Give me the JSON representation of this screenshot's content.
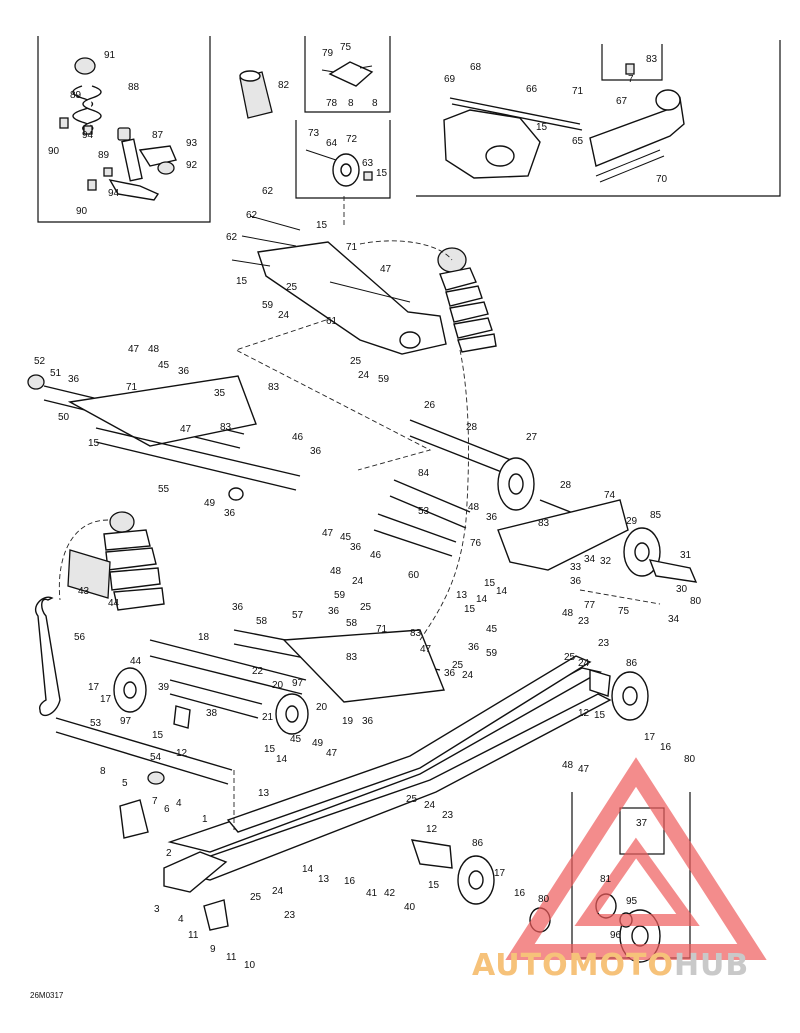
{
  "diagram_code": "26M0317",
  "watermark": {
    "part1": "AUTOMOTO",
    "part2": "HUB"
  },
  "callouts": {
    "c91": "91",
    "c88": "88",
    "c89a": "89",
    "c94a": "94",
    "c90a": "90",
    "c87": "87",
    "c93": "93",
    "c92": "92",
    "c89b": "89",
    "c94b": "94",
    "c90b": "90",
    "c82": "82",
    "c79": "79",
    "c75": "75",
    "c78": "78",
    "c8a": "8",
    "c8b": "8",
    "c73": "73",
    "c72": "72",
    "c64": "64",
    "c63": "63",
    "c15a": "15",
    "c68": "68",
    "c69": "69",
    "c66": "66",
    "c71a": "71",
    "c67": "67",
    "c83a": "83",
    "c7a": "7",
    "c15b": "15",
    "c65": "65",
    "c70": "70",
    "c62a": "62",
    "c62b": "62",
    "c62c": "62",
    "c15c": "15",
    "c71b": "71",
    "c47a": "47",
    "c15d": "15",
    "c25a": "25",
    "c59a": "59",
    "c24a": "24",
    "c61": "61",
    "c25b": "25",
    "c24b": "24",
    "c59b": "59",
    "c52": "52",
    "c51": "51",
    "c36a": "36",
    "c50": "50",
    "c47b": "47",
    "c48a": "48",
    "c45a": "45",
    "c36b": "36",
    "c71c": "71",
    "c35": "35",
    "c83b": "83",
    "c15e": "15",
    "c47c": "47",
    "c83c": "83",
    "c46a": "46",
    "c36c": "36",
    "c55": "55",
    "c49": "49",
    "c36d": "36",
    "c26": "26",
    "c28a": "28",
    "c27": "27",
    "c28b": "28",
    "c84": "84",
    "c53a": "53",
    "c48b": "48",
    "c36e": "36",
    "c83d": "83",
    "c76": "76",
    "c74": "74",
    "c29": "29",
    "c85": "85",
    "c34a": "34",
    "c32": "32",
    "c31": "31",
    "c33": "33",
    "c36f": "36",
    "c30": "30",
    "c77": "77",
    "c75b": "75",
    "c34b": "34",
    "c80a": "80",
    "c43": "43",
    "c44a": "44",
    "c47d": "47",
    "c45b": "45",
    "c36g": "36",
    "c46b": "46",
    "c48c": "48",
    "c24c": "24",
    "c59c": "59",
    "c25c": "25",
    "c60": "60",
    "c13a": "13",
    "c14a": "14",
    "c15f": "15",
    "c45c": "45",
    "c59d": "59",
    "c36h": "36",
    "c14b": "14",
    "c15g": "15",
    "c48d": "48",
    "c23a": "23",
    "c23b": "23",
    "c25d": "25",
    "c24d": "24",
    "c86a": "86",
    "c12a": "12",
    "c15h": "15",
    "c17a": "17",
    "c16a": "16",
    "c80b": "80",
    "c48e": "48",
    "c47e": "47",
    "c56": "56",
    "c36i": "36",
    "c58a": "58",
    "c57": "57",
    "c36j": "36",
    "c58b": "58",
    "c71d": "71",
    "c83e": "83",
    "c83f": "83",
    "c47f": "47",
    "c25e": "25",
    "c36k": "36",
    "c24e": "24",
    "c44b": "44",
    "c18": "18",
    "c22": "22",
    "c39": "39",
    "c17b": "17",
    "c17c": "17",
    "c97a": "97",
    "c97b": "97",
    "c20a": "20",
    "c20b": "20",
    "c21": "21",
    "c38": "38",
    "c19": "19",
    "c36l": "36",
    "c15i": "15",
    "c12b": "12",
    "c53b": "53",
    "c54": "54",
    "c8c": "8",
    "c5": "5",
    "c7b": "7",
    "c6": "6",
    "c4a": "4",
    "c1": "1",
    "c15j": "15",
    "c14c": "14",
    "c45d": "45",
    "c49b": "49",
    "c47g": "47",
    "c13b": "13",
    "c25f": "25",
    "c24f": "24",
    "c23c": "23",
    "c2": "2",
    "c3": "3",
    "c4b": "4",
    "c11a": "11",
    "c9": "9",
    "c11b": "11",
    "c10": "10",
    "c14d": "14",
    "c13c": "13",
    "c16b": "16",
    "c25g": "25",
    "c24g": "24",
    "c23d": "23",
    "c41": "41",
    "c42": "42",
    "c40": "40",
    "c12c": "12",
    "c15k": "15",
    "c86b": "86",
    "c17d": "17",
    "c16c": "16",
    "c80c": "80",
    "c37": "37",
    "c81": "81",
    "c95": "95",
    "c96": "96"
  }
}
